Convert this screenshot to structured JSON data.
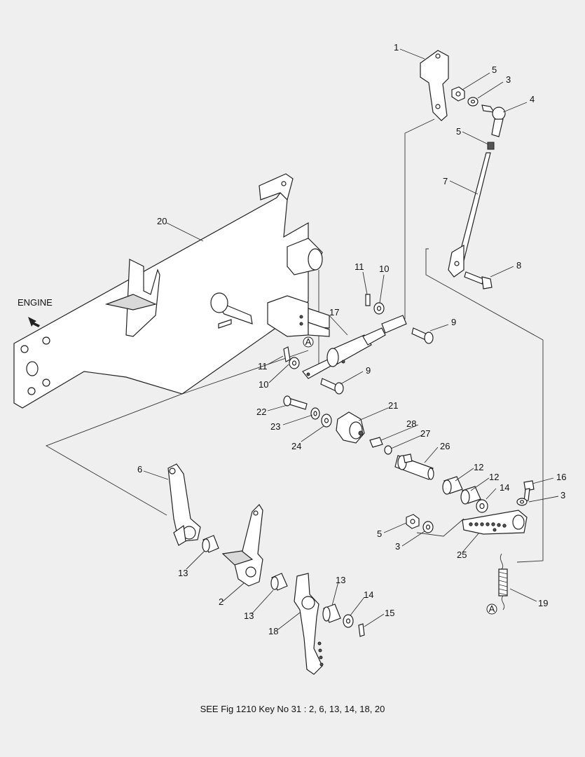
{
  "diagram": {
    "engine_label": "ENGINE",
    "circle_marker": "A",
    "callouts": {
      "c1": "1",
      "c5a": "5",
      "c3a": "3",
      "c4": "4",
      "c5b": "5",
      "c7": "7",
      "c8": "8",
      "c20": "20",
      "c11a": "11",
      "c10a": "10",
      "c17": "17",
      "c9a": "9",
      "c11b": "11",
      "c10b": "10",
      "c9b": "9",
      "c22": "22",
      "c21": "21",
      "c23": "23",
      "c24": "24",
      "c28": "28",
      "c27": "27",
      "c26": "26",
      "c12a": "12",
      "c12b": "12",
      "c16": "16",
      "c14a": "14",
      "c3b": "3",
      "c5c": "5",
      "c3c": "3",
      "c25": "25",
      "c6": "6",
      "c13a": "13",
      "c2": "2",
      "c13b": "13",
      "c13c": "13",
      "c14b": "14",
      "c15": "15",
      "c18": "18",
      "c19": "19"
    },
    "footer_note": "SEE Fig 1210 Key No 31 : 2, 6, 13, 14, 18, 20"
  }
}
